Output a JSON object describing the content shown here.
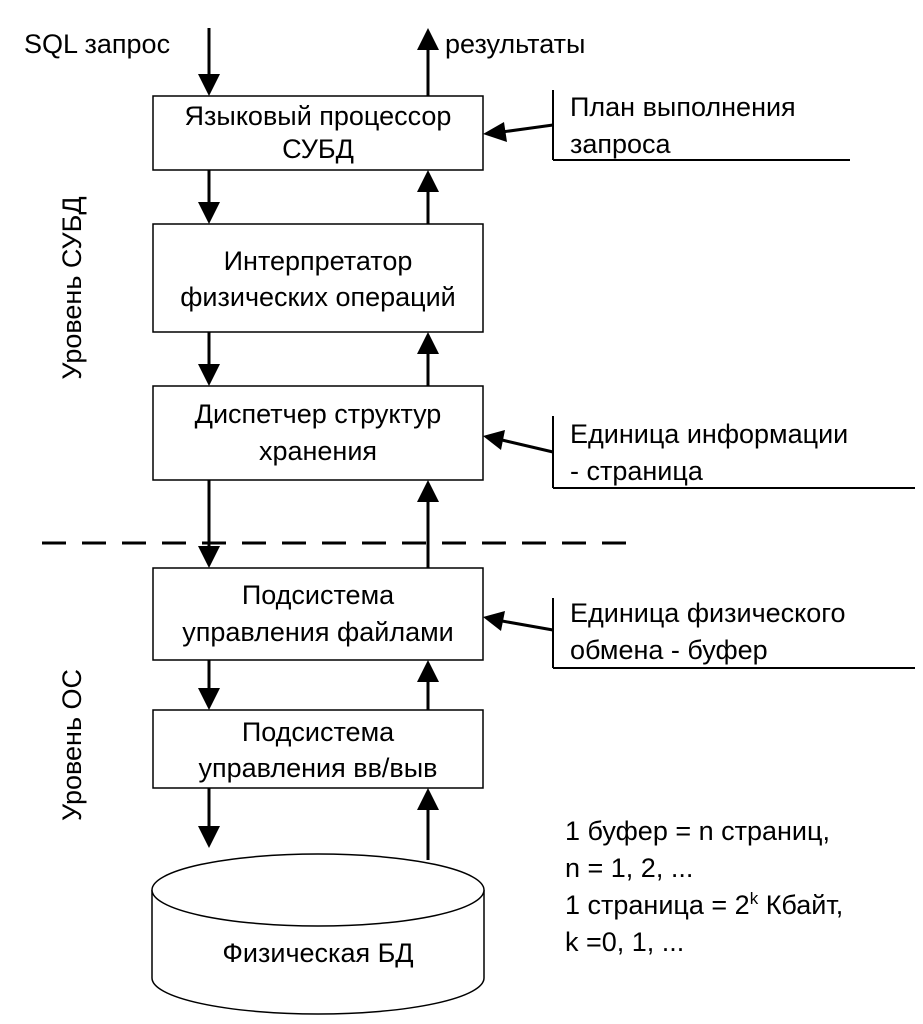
{
  "labels": {
    "sql_query": "SQL запрос",
    "results": "результаты",
    "level_dbms": "Уровень СУБД",
    "level_os": "Уровень ОС"
  },
  "boxes": {
    "language_processor": [
      "Языковый процессор",
      "СУБД"
    ],
    "interpreter": [
      "Интерпретатор",
      "физических операций"
    ],
    "storage_manager": [
      "Диспетчер структур",
      "хранения"
    ],
    "file_subsystem": [
      "Подсистема",
      "управления файлами"
    ],
    "io_subsystem": [
      "Подсистема",
      "управления вв/выв"
    ]
  },
  "database": "Физическая БД",
  "notes": {
    "execution_plan": [
      "План выполнения",
      "запроса"
    ],
    "info_unit": [
      "Единица информации",
      "- страница"
    ],
    "exchange_unit": [
      "Единица физического",
      "обмена - буфер"
    ]
  },
  "formulas": {
    "line1": "1 буфер = n страниц,",
    "line2": "n = 1, 2, ...",
    "line3_prefix": "1 страница = 2",
    "line3_exp": "k",
    "line3_suffix": " Кбайт,",
    "line4": "k =0, 1, ..."
  }
}
